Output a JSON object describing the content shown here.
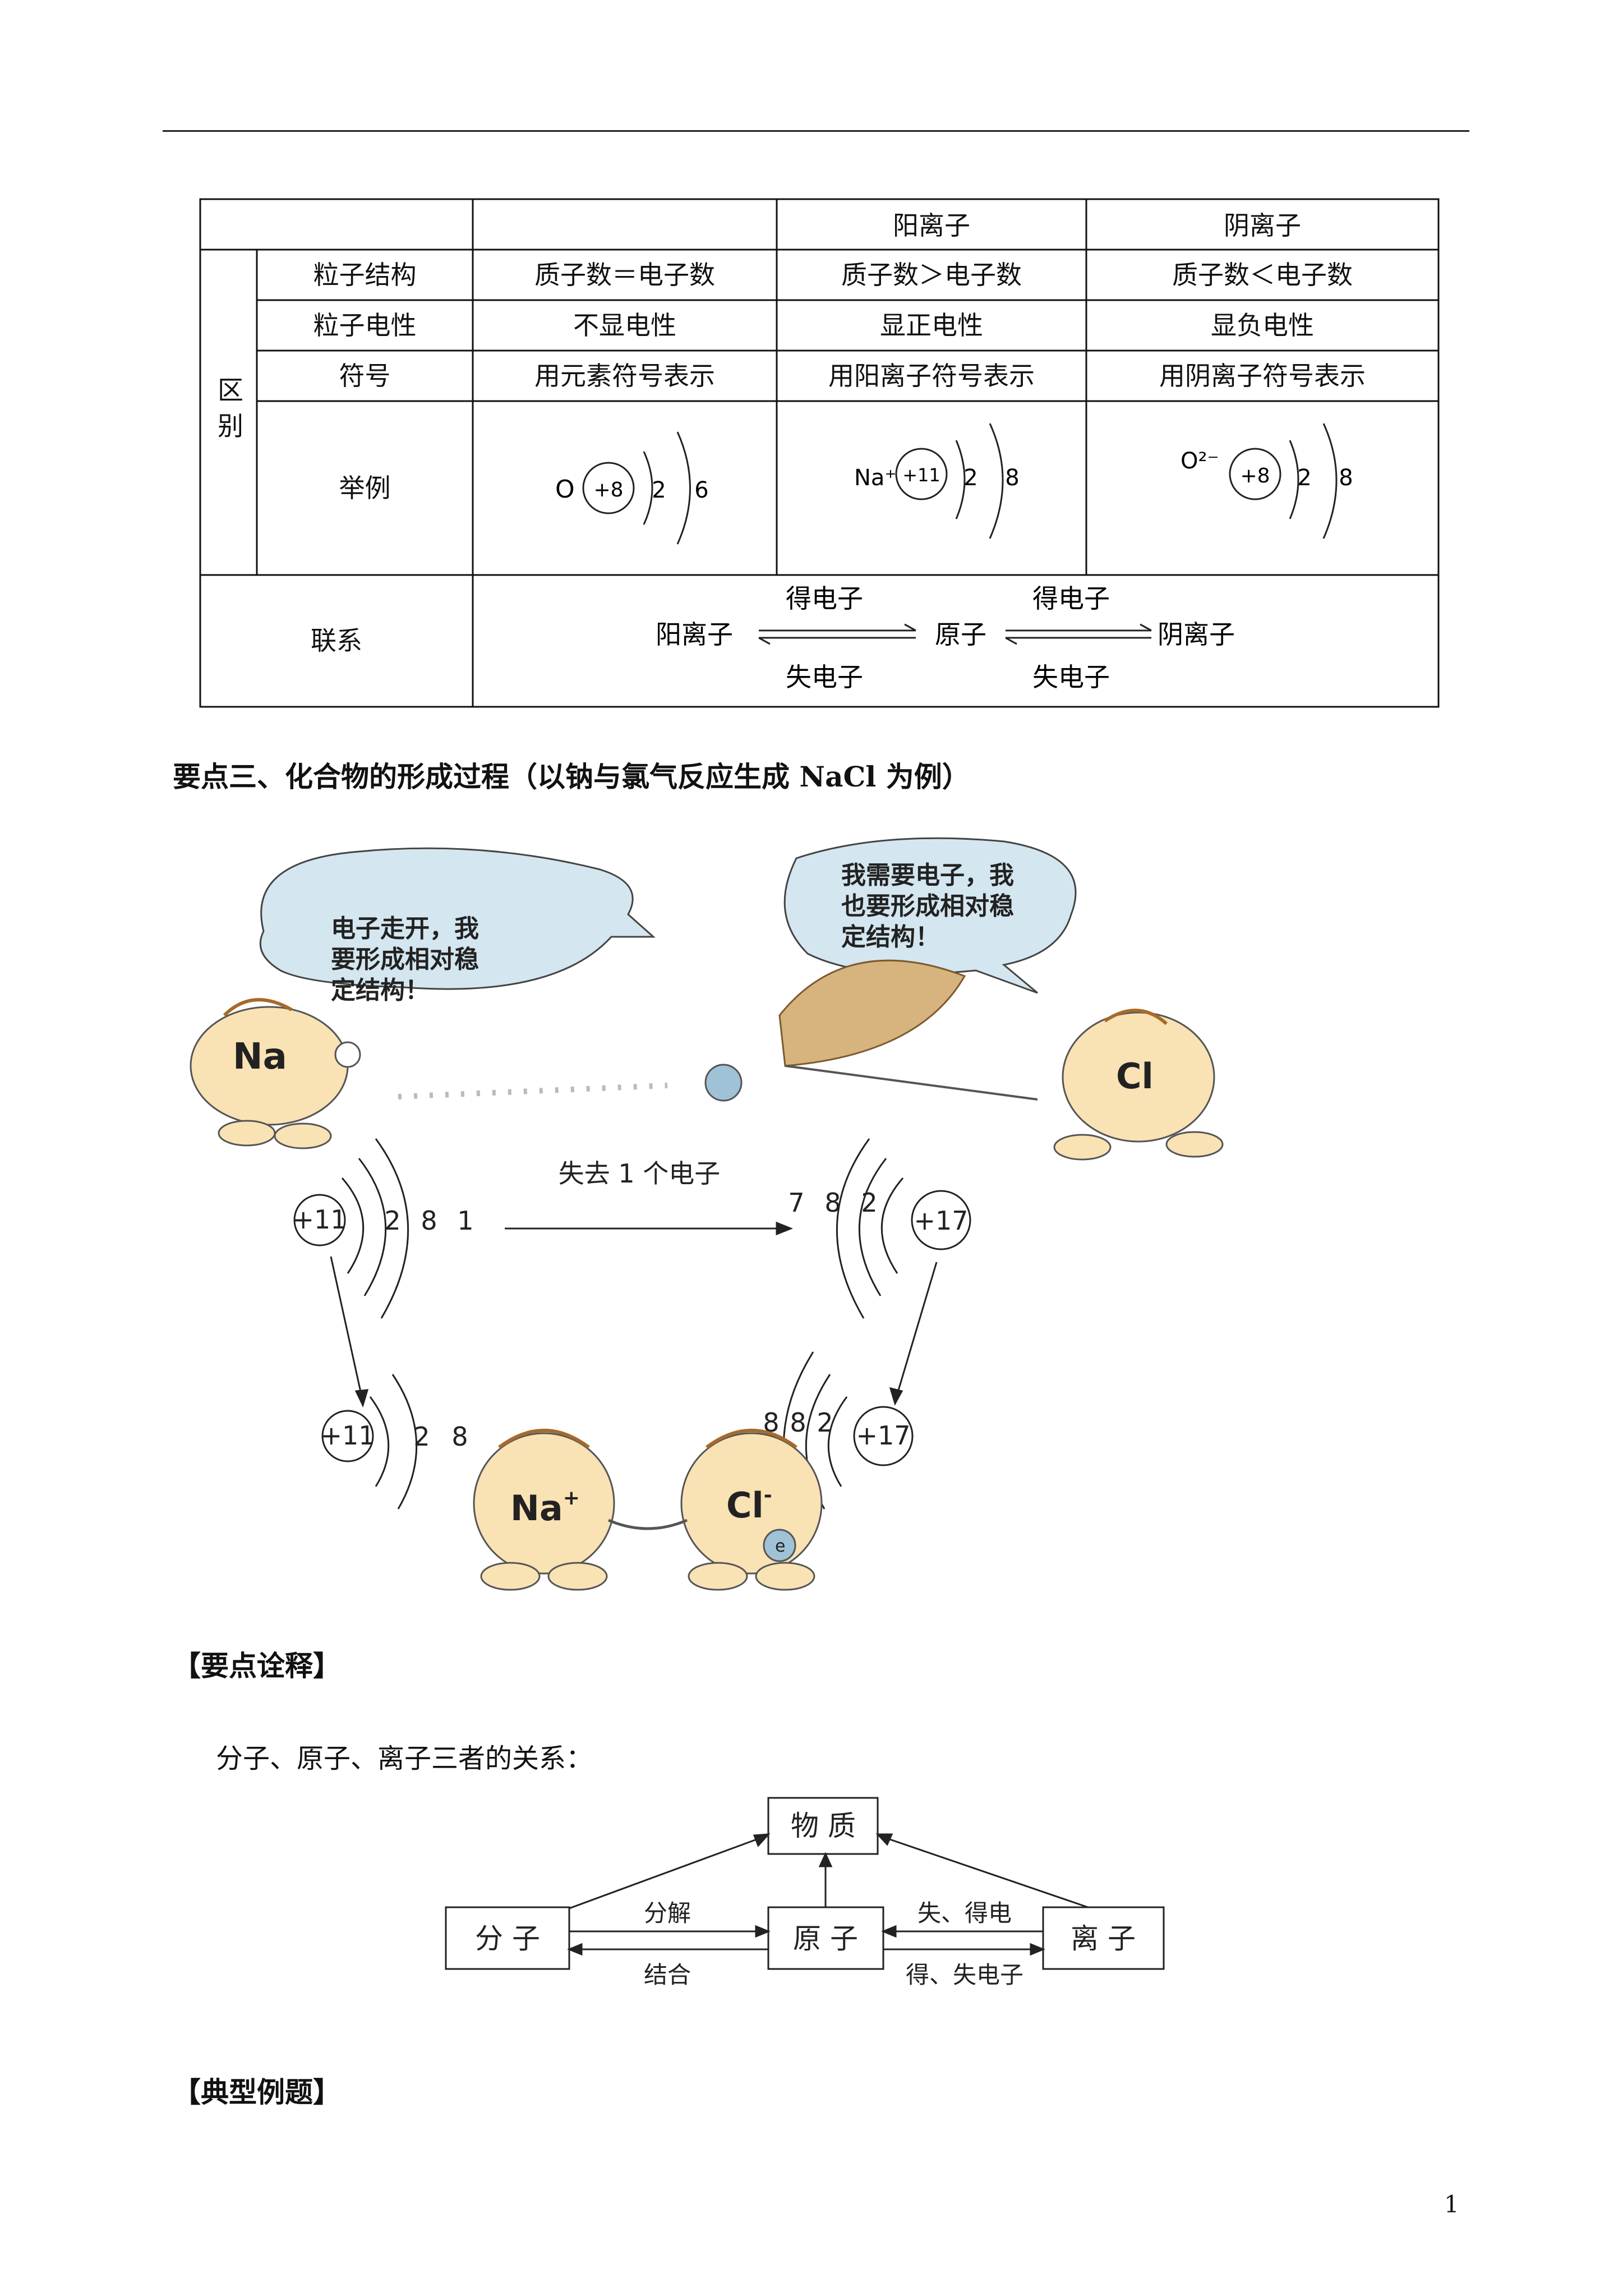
{
  "table": {
    "headers": [
      "",
      "阳离子",
      "阴离子"
    ],
    "group_label": "区别",
    "rows": [
      {
        "label": "粒子结构",
        "atom": "质子数＝电子数",
        "cation": "质子数＞电子数",
        "anion": "质子数＜电子数"
      },
      {
        "label": "粒子电性",
        "atom": "不显电性",
        "cation": "显正电性",
        "anion": "显负电性"
      },
      {
        "label": "符号",
        "atom": "用元素符号表示",
        "cation": "用阳离子符号表示",
        "anion": "用阴离子符号表示"
      }
    ],
    "example_label": "举例",
    "examples": {
      "atom": {
        "symbol": "O",
        "nucleus": "+8",
        "shells": [
          "2",
          "6"
        ]
      },
      "cation": {
        "symbol": "Na⁺",
        "nucleus": "+11",
        "shells": [
          "2",
          "8"
        ]
      },
      "anion": {
        "symbol": "O²⁻",
        "nucleus": "+8",
        "shells": [
          "2",
          "8"
        ]
      }
    },
    "relation_label": "联系",
    "relation": {
      "left": "阳离子",
      "middle": "原子",
      "right": "阴离子",
      "gain": "得电子",
      "lose": "失电子"
    }
  },
  "section3_title": "要点三、化合物的形成过程（以钠与氯气反应生成 NaCl 为例）",
  "illustration": {
    "na_bubble": [
      "电子走开，我",
      "要形成相对稳",
      "定结构！"
    ],
    "cl_bubble": [
      "我需要电子，我",
      "也要形成相对稳",
      "定结构！"
    ],
    "na_label": "Na",
    "cl_label": "Cl",
    "na_ion_label": "Na",
    "na_ion_charge": "+",
    "cl_ion_label": "Cl",
    "cl_ion_charge": "-",
    "electron_label": "e",
    "arrow_text": "失去 1 个电子",
    "na_atom": {
      "nucleus": "+11",
      "shells": [
        "2",
        "8",
        "1"
      ]
    },
    "cl_atom": {
      "nucleus": "+17",
      "shells": [
        "7",
        "8",
        "2"
      ]
    },
    "na_ion": {
      "nucleus": "+11",
      "shells": [
        "2",
        "8"
      ]
    },
    "cl_ion": {
      "nucleus": "+17",
      "shells": [
        "8",
        "8",
        "2"
      ]
    }
  },
  "key_points_heading": "【要点诠释】",
  "relation_intro": "分子、原子、离子三者的关系：",
  "flow": {
    "substance": "物 质",
    "molecule": "分 子",
    "atom": "原 子",
    "ion": "离 子",
    "decompose": "分解",
    "combine": "结合",
    "lose_gain": "失、得电",
    "gain_lose": "得、失电子"
  },
  "examples_heading": "【典型例题】",
  "page_number": "1"
}
